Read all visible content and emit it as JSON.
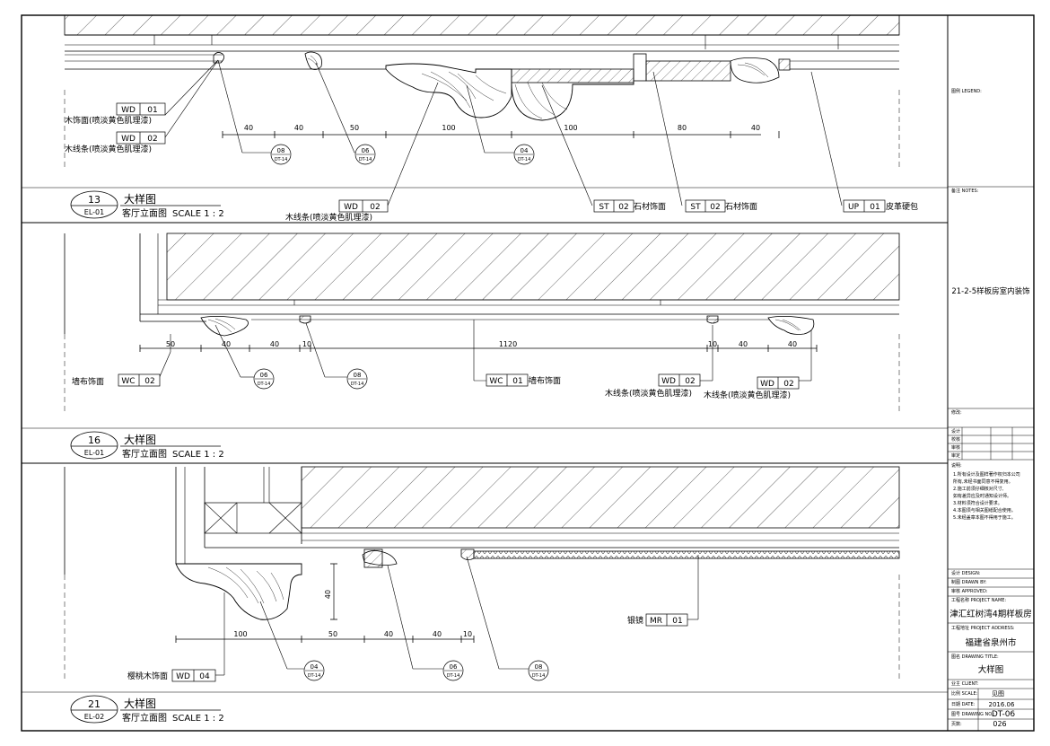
{
  "details": [
    {
      "number": "13",
      "sheet_ref": "EL-01",
      "title": "大样图",
      "subtitle": "客厅立面图",
      "scale": "SCALE 1 : 2",
      "dims": [
        "40",
        "40",
        "50",
        "100",
        "100",
        "80",
        "40"
      ],
      "callouts": [
        {
          "num": "08",
          "ref": "DT-14"
        },
        {
          "num": "06",
          "ref": "DT-14"
        },
        {
          "num": "04",
          "ref": "DT-14"
        }
      ],
      "tags": [
        {
          "code": "WD",
          "num": "01",
          "desc": "木饰面(喷淡黄色肌理漆)"
        },
        {
          "code": "WD",
          "num": "02",
          "desc": "木线条(喷淡黄色肌理漆)"
        },
        {
          "code": "WD",
          "num": "02",
          "desc": "木线条(喷淡黄色肌理漆)"
        },
        {
          "code": "ST",
          "num": "02",
          "desc": "石材饰面"
        },
        {
          "code": "ST",
          "num": "02",
          "desc": "石材饰面"
        },
        {
          "code": "UP",
          "num": "01",
          "desc": "皮革硬包"
        }
      ]
    },
    {
      "number": "16",
      "sheet_ref": "EL-01",
      "title": "大样图",
      "subtitle": "客厅立面图",
      "scale": "SCALE 1 : 2",
      "dims": [
        "50",
        "40",
        "40",
        "10",
        "1120",
        "10",
        "40",
        "40"
      ],
      "callouts": [
        {
          "num": "06",
          "ref": "DT-14"
        },
        {
          "num": "08",
          "ref": "DT-14"
        }
      ],
      "tags": [
        {
          "code": "WC",
          "num": "02",
          "desc": "墙布饰面"
        },
        {
          "code": "WC",
          "num": "01",
          "desc": "墙布饰面"
        },
        {
          "code": "WD",
          "num": "02",
          "desc": "木线条(喷淡黄色肌理漆)"
        },
        {
          "code": "WD",
          "num": "02",
          "desc": "木线条(喷淡黄色肌理漆)"
        }
      ]
    },
    {
      "number": "21",
      "sheet_ref": "EL-02",
      "title": "大样图",
      "subtitle": "客厅立面图",
      "scale": "SCALE 1 : 2",
      "dims": [
        "100",
        "50",
        "40",
        "40",
        "10",
        "40"
      ],
      "callouts": [
        {
          "num": "04",
          "ref": "DT-14"
        },
        {
          "num": "06",
          "ref": "DT-14"
        },
        {
          "num": "08",
          "ref": "DT-14"
        }
      ],
      "tags": [
        {
          "code": "MR",
          "num": "01",
          "desc": "银镜"
        },
        {
          "code": "WD",
          "num": "04",
          "desc": "樱桃木饰面"
        }
      ]
    }
  ],
  "title_block": {
    "legend_label": "图例 LEGEND:",
    "notes_label": "备注 NOTES:",
    "project_short": "21-2-5样板房室内装饰",
    "revision_label": "修改:",
    "rows": [
      "设计",
      "校核",
      "审核",
      "审定"
    ],
    "remarks_label": "说明:",
    "remarks": [
      "1.所有设计及图样著作权归本公司",
      "  所有,未经书面同意不得复用。",
      "2.施工前须仔细核对尺寸,",
      "  如有差异应及时通知设计师。",
      "3.材料须符合设计要求。",
      "4.本图须与相关图纸配合使用。",
      "5.未经盖章本图不得用于施工。"
    ],
    "design_label": "设计 DESIGN:",
    "drawn_label": "制图 DRAWN BY:",
    "checked_label": "审核 APPROVED:",
    "project_name_label": "工程名称 PROJECT NAME:",
    "project_name": "津汇红树湾4期样板房",
    "address_label": "工程地址 PROJECT ADDRESS:",
    "address": "福建省泉州市",
    "drawing_title_label": "图名 DRAWING TITLE:",
    "drawing_title": "大样图",
    "client_label": "业主 CLIENT:",
    "scale_label": "比例 SCALE:",
    "scale_value": "见图",
    "date_label": "日期 DATE:",
    "date_value": "2016.06",
    "drawing_no_label": "图号 DRAWING NO.:",
    "drawing_no": "DT-06",
    "page_label": "页数:",
    "page_no": "026"
  }
}
